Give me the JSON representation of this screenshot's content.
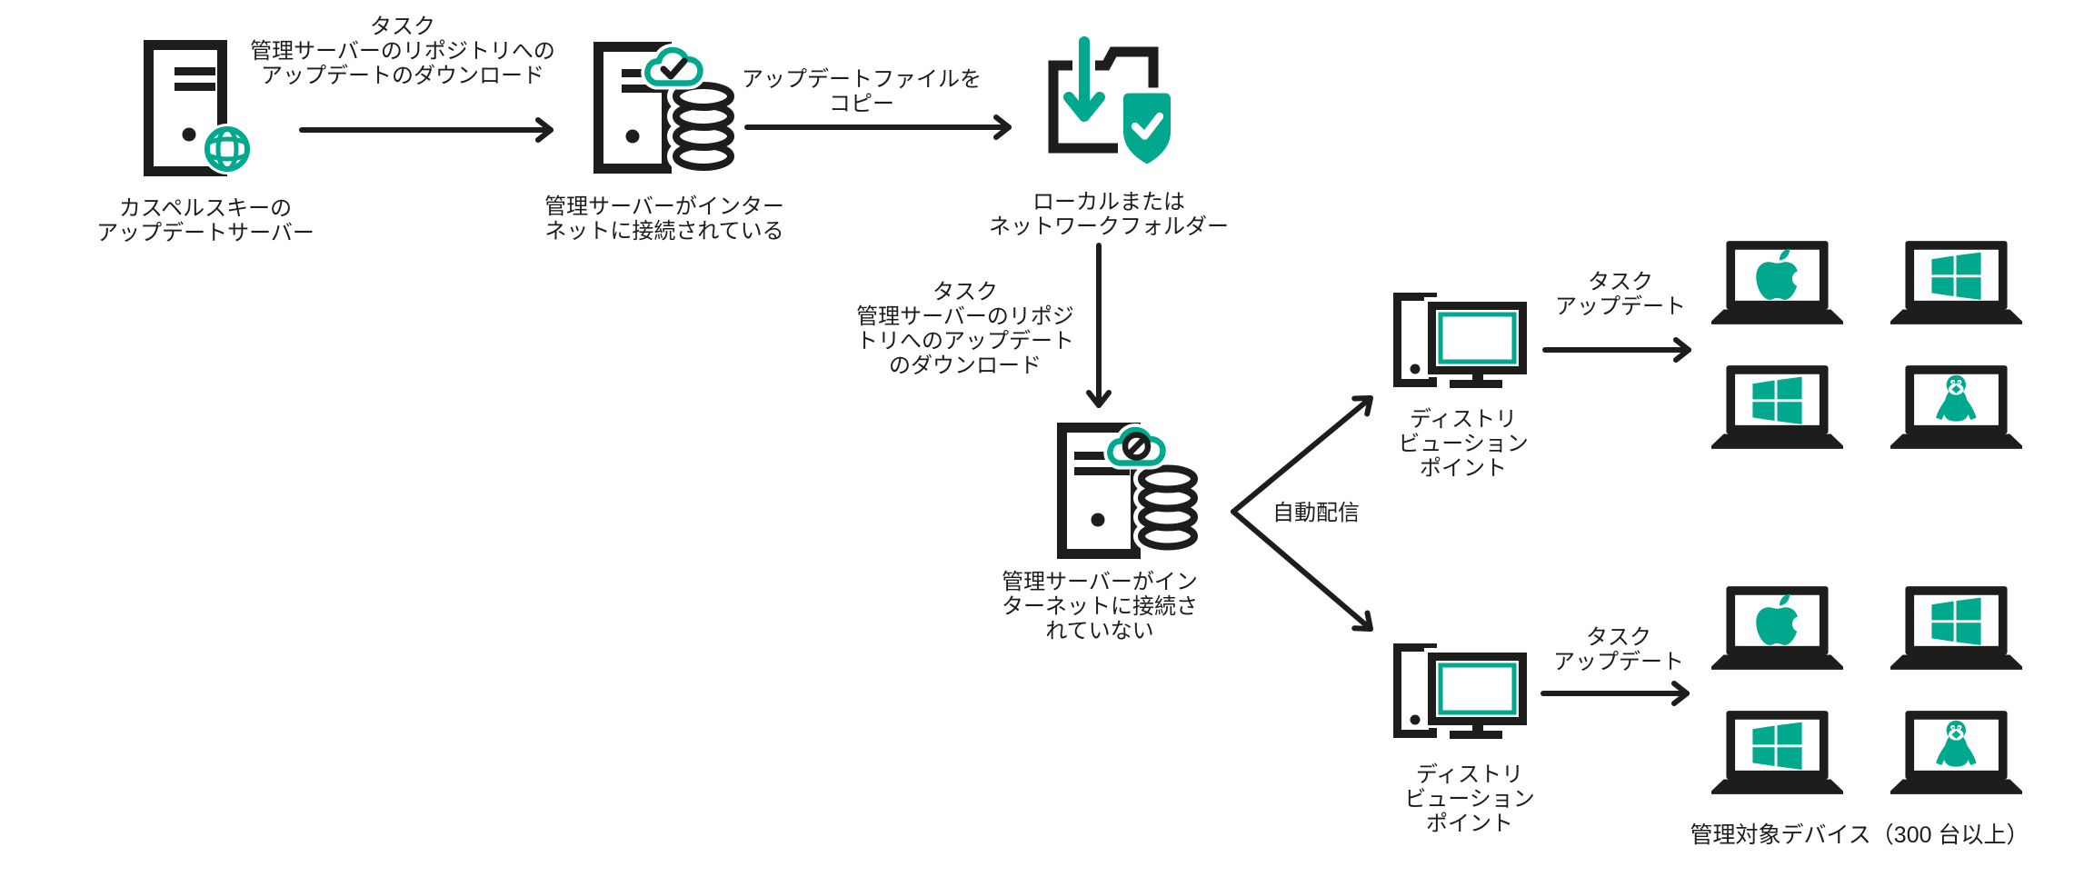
{
  "colors": {
    "ink": "#1d1d1b",
    "accent": "#00a88e",
    "background": "#ffffff"
  },
  "nodes": {
    "kaspersky_update_servers": {
      "icon": "server-globe-icon",
      "lines": [
        "カスペルスキーの",
        "アップデートサーバー"
      ]
    },
    "admin_server_online": {
      "icon": "server-cloud-check-disks-icon",
      "lines": [
        "管理サーバーがインター",
        "ネットに接続されている"
      ]
    },
    "shared_folder": {
      "icon": "folder-download-shield-icon",
      "lines": [
        "ローカルまたは",
        "ネットワークフォルダー"
      ]
    },
    "admin_server_offline": {
      "icon": "server-cloud-blocked-disks-icon",
      "lines": [
        "管理サーバーがイン",
        "ターネットに接続さ",
        "れていない"
      ]
    },
    "distribution_point_top": {
      "icon": "desktop-pc-icon",
      "lines": [
        "ディストリ",
        "ビューション",
        "ポイント"
      ]
    },
    "distribution_point_bottom": {
      "icon": "desktop-pc-icon",
      "lines": [
        "ディストリ",
        "ビューション",
        "ポイント"
      ]
    }
  },
  "edges": {
    "download_task_top": {
      "lines": [
        "タスク",
        "管理サーバーのリポジトリへの",
        "アップデートのダウンロード"
      ]
    },
    "copy_update_files": {
      "lines": [
        "アップデートファイルを",
        "コピー"
      ]
    },
    "download_task_offline": {
      "lines": [
        "タスク",
        "管理サーバーのリポジ",
        "トリへのアップデート",
        "のダウンロード"
      ]
    },
    "auto_distribution": {
      "label": "自動配信"
    },
    "update_task_top": {
      "lines": [
        "タスク",
        "アップデート"
      ]
    },
    "update_task_bottom": {
      "lines": [
        "タスク",
        "アップデート"
      ]
    }
  },
  "device_groups": {
    "top": [
      "macos",
      "windows",
      "windows",
      "linux"
    ],
    "bottom": [
      "macos",
      "windows",
      "windows",
      "linux"
    ]
  },
  "caption": "管理対象デバイス（300 台以上）"
}
